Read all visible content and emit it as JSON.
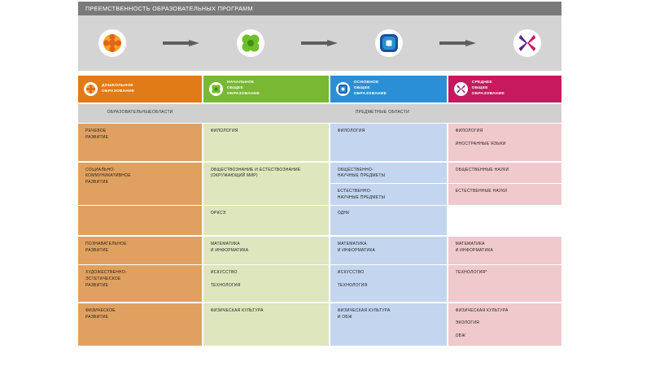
{
  "title": "ПРЕЕМСТВЕННОСТЬ ОБРАЗОВАТЕЛЬНЫХ ПРОГРАММ",
  "flow": {
    "icons": [
      "dookolnoe-flower-icon",
      "nachalnoe-clover-icon",
      "osnovnoe-square-icon",
      "srednee-cross-icon"
    ],
    "arrow_icon": "arrow-right-icon"
  },
  "colors": {
    "title_bar": "#7a7a7a",
    "band": "#d4d4d4",
    "subheader": "#d0d0d0",
    "preschool": "#e07b18",
    "primary": "#78b833",
    "basic": "#2a8fd4",
    "secondary": "#c6195e",
    "preschool_tint": "#e0a160",
    "primary_tint": "#dde6bd",
    "basic_tint": "#c4d5ef",
    "secondary_tint": "#f0c9cd"
  },
  "headers": [
    {
      "id": "preschool",
      "label": "ДОШКОЛЬНОЕ\nОБРАЗОВАНИЕ",
      "lines": [
        "ДОШКОЛЬНОЕ",
        "ОБРАЗОВАНИЕ"
      ],
      "color": "#e07b18"
    },
    {
      "id": "primary",
      "label": "НАЧАЛЬНОЕ ОБЩЕЕ ОБРАЗОВАНИЕ",
      "lines": [
        "НАЧАЛЬНОЕ",
        "ОБЩЕЕ",
        "ОБРАЗОВАНИЕ"
      ],
      "color": "#78b833"
    },
    {
      "id": "basic",
      "label": "ОСНОВНОЕ ОБЩЕЕ ОБРАЗОВАНИЕ",
      "lines": [
        "ОСНОВНОЕ",
        "ОБЩЕЕ",
        "ОБРАЗОВАНИЕ"
      ],
      "color": "#2a8fd4"
    },
    {
      "id": "secondary",
      "label": "СРЕДНЕЕ ОБЩЕЕ ОБРАЗОВАНИЕ",
      "lines": [
        "СРЕДНЕЕ",
        "ОБЩЕЕ",
        "ОБРАЗОВАНИЕ"
      ],
      "color": "#c6195e"
    }
  ],
  "subheaders": {
    "left": "ОБРАЗОВАТЕЛЬНЫЕ\nОБЛАСТИ",
    "left_lines": [
      "ОБРАЗОВАТЕЛЬНЫЕ",
      "ОБЛАСТИ"
    ],
    "right": "ПРЕДМЕТНЫЕ ОБЛАСТИ"
  },
  "rows": [
    {
      "preschool": [
        "РЕЧЕВОЕ",
        "РАЗВИТИЕ"
      ],
      "primary": [
        [
          "ФИЛОЛОГИЯ"
        ]
      ],
      "basic": [
        [
          "ФИЛОЛОГИЯ"
        ]
      ],
      "secondary": [
        [
          "ФИЛОЛОГИЯ",
          "",
          "ИНОСТРАННЫЕ ЯЗЫКИ"
        ]
      ]
    },
    {
      "preschool": [
        "СОЦИАЛЬНО-",
        "КОММУНИКАТИВНОЕ",
        "РАЗВИТИЕ"
      ],
      "primary": [
        [
          "ОБЩЕСТВОЗНАНИЕ И ЕСТЕСТВОЗНАНИЕ",
          "(ОКРУЖАЮЩИЙ МИР)"
        ]
      ],
      "basic": [
        [
          "ОБЩЕСТВЕННО-",
          "НАУЧНЫЕ ПРЕДМЕТЫ"
        ],
        [
          "ЕСТЕСТВЕННО-",
          "НАУЧНЫЕ ПРЕДМЕТЫ"
        ]
      ],
      "secondary": [
        [
          "ОБЩЕСТВЕННЫЕ НАУКИ"
        ],
        [
          "ЕСТЕСТВЕННЫЕ НАУКИ"
        ]
      ]
    },
    {
      "preschool": [],
      "primary": [
        [
          "ОРКСЭ"
        ]
      ],
      "basic": [
        [
          "ОДНК"
        ]
      ],
      "secondary": [
        [
          ""
        ]
      ]
    },
    {
      "preschool": [
        "ПОЗНАВАТЕЛЬНОЕ",
        "РАЗВИТИЕ"
      ],
      "primary": [
        [
          "МАТЕМАТИКА",
          "И ИНФОРМАТИКА"
        ]
      ],
      "basic": [
        [
          "МАТЕМАТИКА",
          "И ИНФОРМАТИКА"
        ]
      ],
      "secondary": [
        [
          "МАТЕМАТИКА",
          "И ИНФОРМАТИКА"
        ]
      ]
    },
    {
      "preschool": [
        "ХУДОЖЕСТВЕННО-",
        "ЭСТЕТИЧЕСКОЕ",
        "РАЗВИТИЕ"
      ],
      "primary": [
        [
          "ИСКУССТВО",
          "",
          "ТЕХНОЛОГИЯ"
        ]
      ],
      "basic": [
        [
          "ИСКУССТВО",
          "",
          "ТЕХНОЛОГИЯ"
        ]
      ],
      "secondary": [
        [
          "ТЕХНОЛОГИЯ*"
        ]
      ]
    },
    {
      "preschool": [
        "ФИЗИЧЕСКОЕ",
        "РАЗВИТИЕ"
      ],
      "primary": [
        [
          "ФИЗИЧЕСКАЯ КУЛЬТУРА"
        ]
      ],
      "basic": [
        [
          "ФИЗИЧЕСКАЯ КУЛЬТУРА",
          "И ОБЖ"
        ]
      ],
      "secondary": [
        [
          "ФИЗИЧЕСКАЯ КУЛЬТУРА",
          "",
          "ЭКОЛОГИЯ",
          "",
          "ОБЖ"
        ]
      ]
    }
  ]
}
